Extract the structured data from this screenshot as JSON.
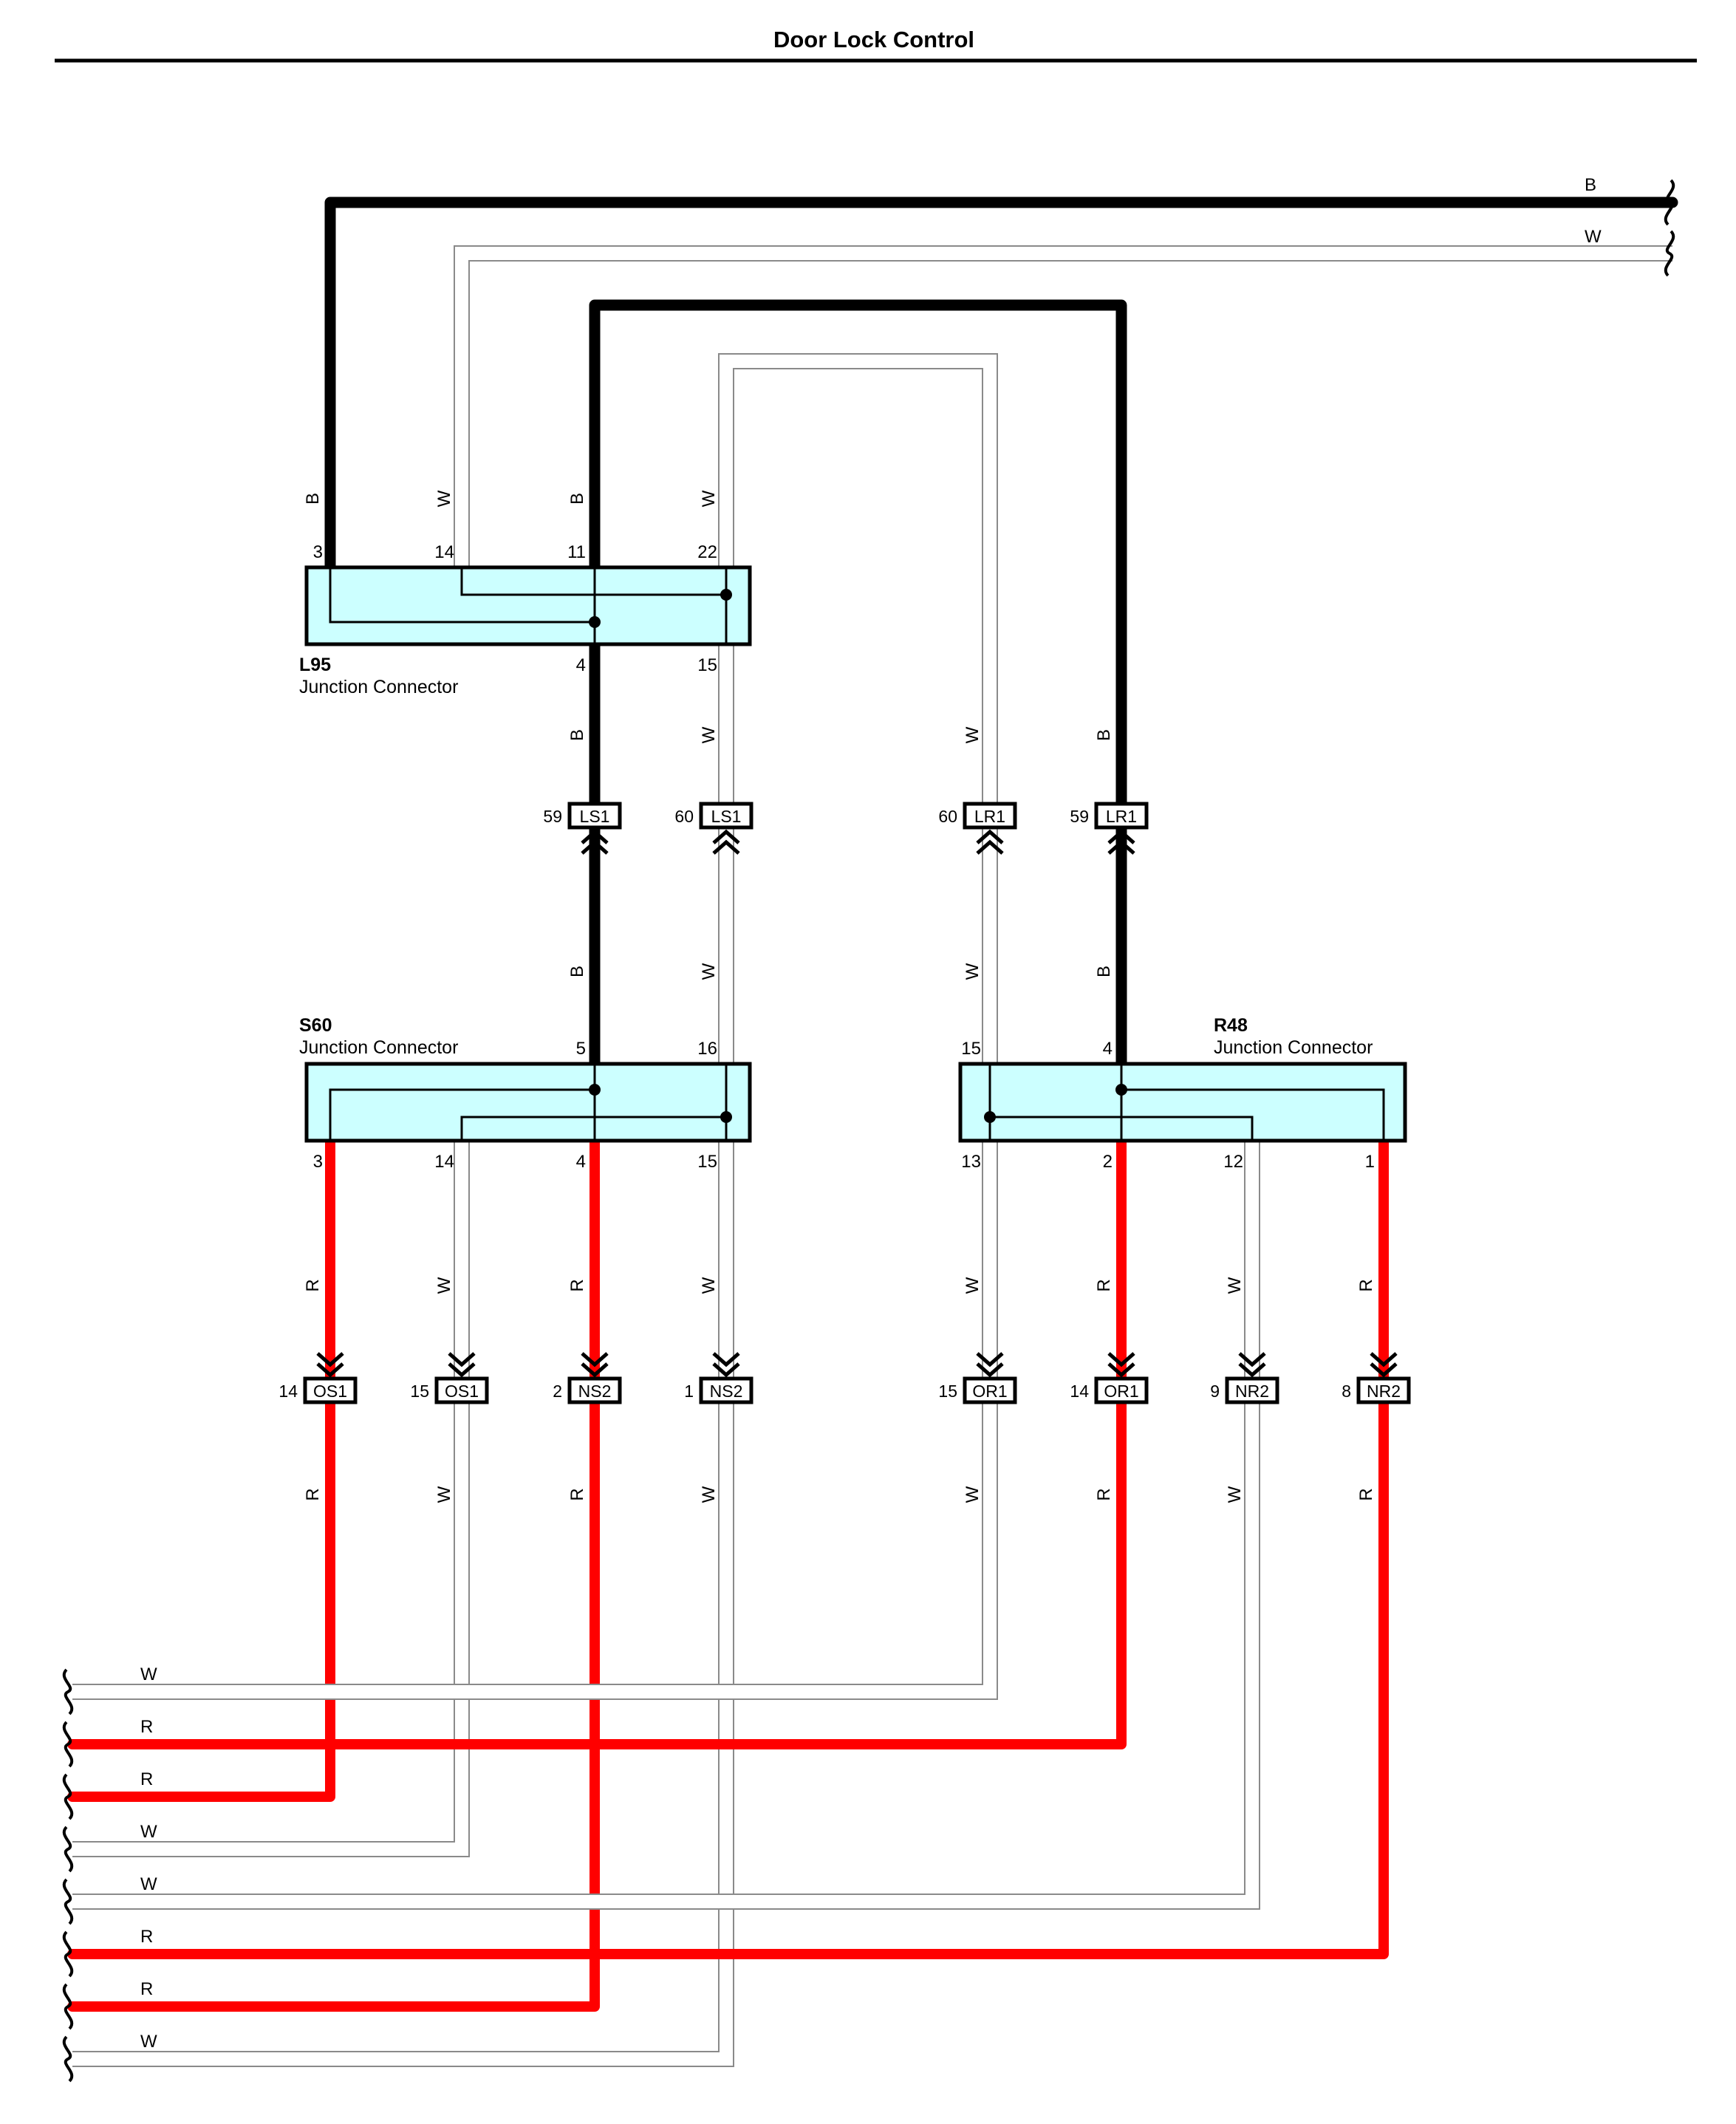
{
  "title": "Door Lock Control",
  "colors": {
    "B": "#000000",
    "W": "#ffffff",
    "R": "#ff0000",
    "connector_fill": "#ccffff"
  },
  "wire_codes": {
    "B": "B",
    "W": "W",
    "R": "R"
  },
  "junction_connectors": [
    {
      "id": "L95",
      "name": "L95",
      "desc": "Junction Connector",
      "top_pins": [
        "3",
        "14",
        "11",
        "22"
      ],
      "bottom_pins": [
        "4",
        "15"
      ]
    },
    {
      "id": "S60",
      "name": "S60",
      "desc": "Junction Connector",
      "top_pins": [
        "5",
        "16"
      ],
      "bottom_pins": [
        "3",
        "14",
        "4",
        "15"
      ]
    },
    {
      "id": "R48",
      "name": "R48",
      "desc": "Junction Connector",
      "top_pins": [
        "15",
        "4"
      ],
      "bottom_pins": [
        "13",
        "2",
        "12",
        "1"
      ]
    }
  ],
  "inline_connectors": [
    {
      "pin": "59",
      "name": "LS1"
    },
    {
      "pin": "60",
      "name": "LS1"
    },
    {
      "pin": "60",
      "name": "LR1"
    },
    {
      "pin": "59",
      "name": "LR1"
    },
    {
      "pin": "14",
      "name": "OS1"
    },
    {
      "pin": "15",
      "name": "OS1"
    },
    {
      "pin": "2",
      "name": "NS2"
    },
    {
      "pin": "1",
      "name": "NS2"
    },
    {
      "pin": "15",
      "name": "OR1"
    },
    {
      "pin": "14",
      "name": "OR1"
    },
    {
      "pin": "9",
      "name": "NR2"
    },
    {
      "pin": "8",
      "name": "NR2"
    }
  ],
  "right_edge_wires": [
    "B",
    "W"
  ],
  "left_edge_wires": [
    "W",
    "R",
    "R",
    "W",
    "W",
    "R",
    "R",
    "W"
  ]
}
